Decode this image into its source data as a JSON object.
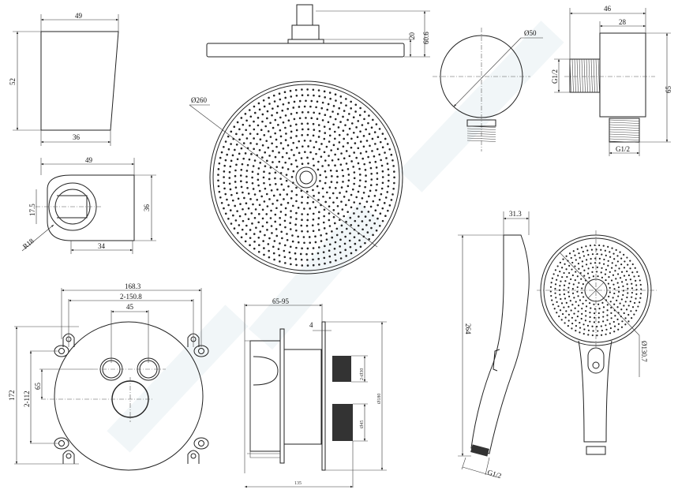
{
  "holder_side": {
    "width_top": "49",
    "height": "52",
    "width_bottom": "36"
  },
  "holder_top": {
    "width": "49",
    "height": "36",
    "offset": "17.5",
    "radius": "R18",
    "depth": "34"
  },
  "rain_head": {
    "arm_height": "20",
    "total_height": "60.6",
    "diameter": "Ø260"
  },
  "wall_elbow": {
    "diameter": "Ø50",
    "depth_total": "46",
    "depth_body": "28",
    "thread_in": "G1/2",
    "height": "65",
    "thread_out": "G1/2"
  },
  "hand_shower": {
    "thickness": "31.3",
    "length": "264",
    "diameter": "Ø130.7",
    "thread": "G1/2"
  },
  "mixer_front": {
    "width_total": "168.3",
    "hole_spacing": "2-150.8",
    "button_spacing": "45",
    "height_total": "172",
    "hole_vertical": "2-112",
    "knob_offset": "65"
  },
  "mixer_side": {
    "depth_range": "65-95",
    "plate": "4",
    "button_dia": "2-Ø30",
    "knob_dia": "Ø45",
    "plate_dia": "Ø180",
    "total_depth": "135"
  }
}
